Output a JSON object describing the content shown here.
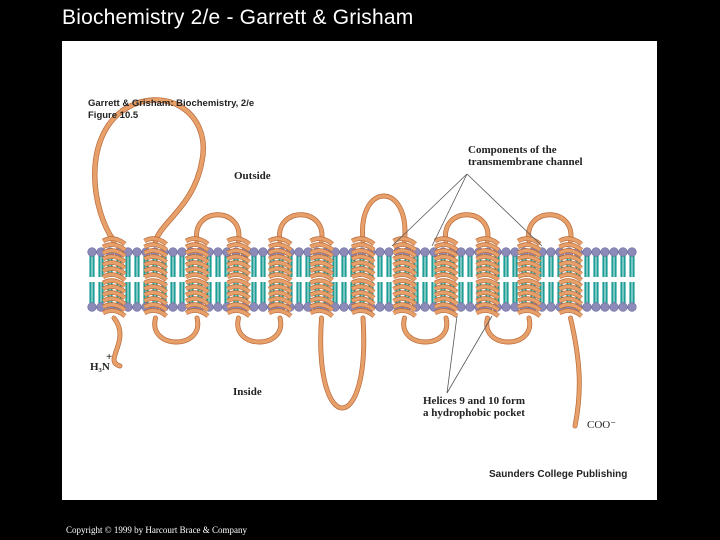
{
  "slide": {
    "title": "Biochemistry 2/e - Garrett & Grisham",
    "copyright": "Copyright © 1999 by Harcourt Brace & Company"
  },
  "figure": {
    "reference_line1": "Garrett & Grisham: Biochemistry, 2/e",
    "reference_line2": "Figure 10.5",
    "outside_label": "Outside",
    "inside_label": "Inside",
    "components_line1": "Components of the",
    "components_line2": "transmembrane channel",
    "helices_line1": "Helices 9 and 10 form",
    "helices_line2": "a hydrophobic pocket",
    "n_terminus": "H₃N",
    "n_terminus_charge": "+",
    "c_terminus": "COO⁻",
    "publisher": "Saunders College Publishing",
    "helix_count": 12,
    "colors": {
      "ribbon": "#e8a06a",
      "ribbon_dark": "#b86a3a",
      "lipid_head": "#8c8ab8",
      "lipid_tail": "#1f9e97",
      "background": "#000000",
      "panel": "#ffffff"
    }
  }
}
